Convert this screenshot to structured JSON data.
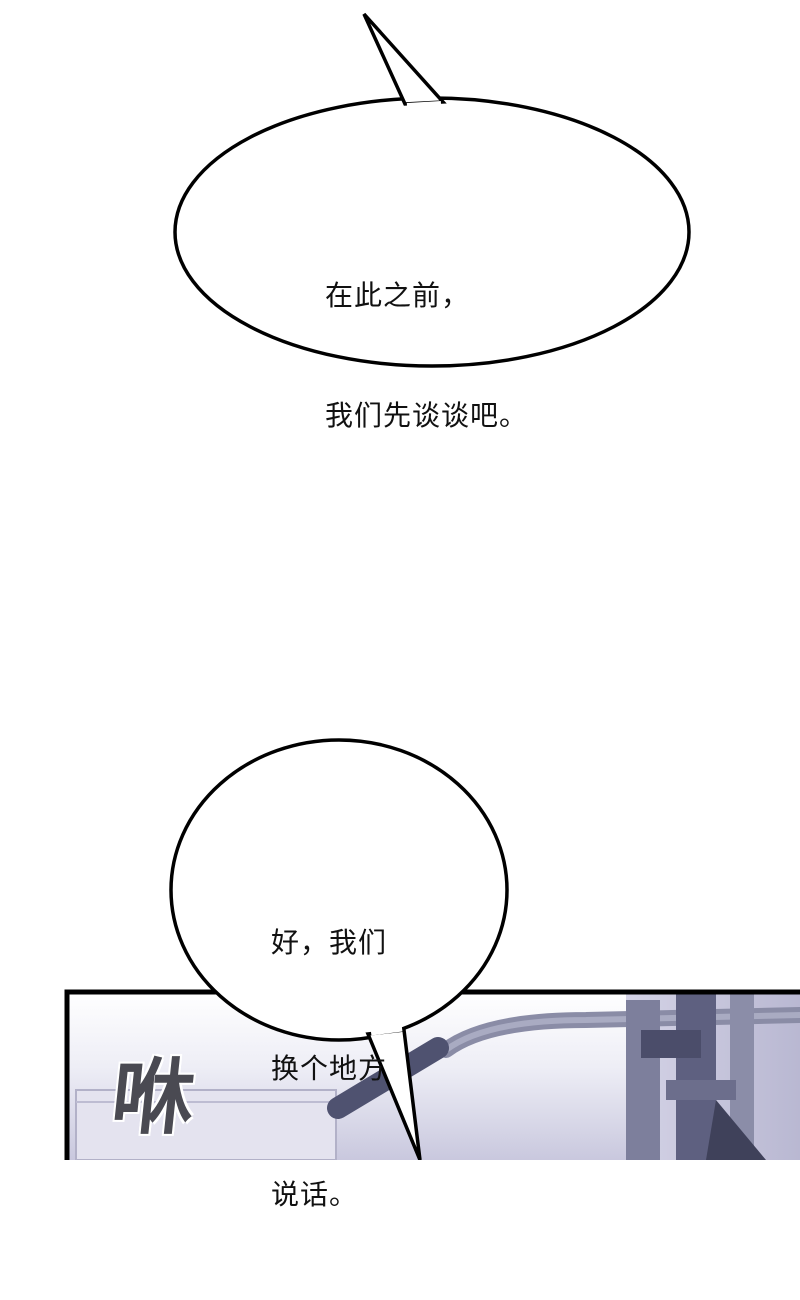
{
  "bubbles": [
    {
      "lines": [
        "在此之前，",
        "我们先谈谈吧。"
      ]
    },
    {
      "lines": [
        "好，我们",
        "换个地方",
        "说话。"
      ]
    }
  ],
  "sfx": {
    "text": "咻"
  },
  "colors": {
    "background": "#ffffff",
    "outline": "#000000",
    "panel_wall": "#d9d8e8",
    "machine_bar": "#5a5d78"
  }
}
